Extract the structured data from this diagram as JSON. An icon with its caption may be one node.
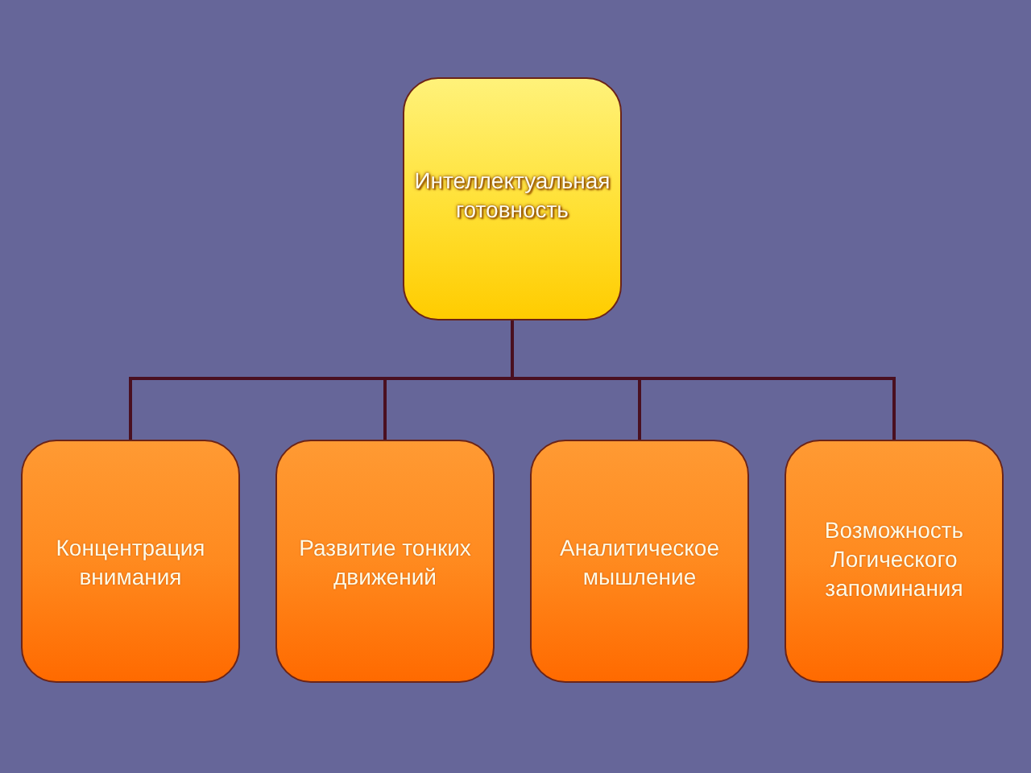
{
  "diagram": {
    "nodes": [
      {
        "text": [
          "Интеллектуальная готовность"
        ]
      },
      {
        "text": [
          "Концентрация внимания"
        ]
      },
      {
        "text": [
          "Развитие тонких движений"
        ]
      },
      {
        "text": [
          "Аналитическое мышление"
        ]
      },
      {
        "text": [
          "Возможность Логического запоминания"
        ]
      }
    ],
    "edges": [
      {
        "from": 0,
        "to": 1,
        "arrow": "none"
      },
      {
        "from": 0,
        "to": 2,
        "arrow": "none"
      },
      {
        "from": 0,
        "to": 3,
        "arrow": "none"
      },
      {
        "from": 0,
        "to": 4,
        "arrow": "none"
      }
    ]
  }
}
